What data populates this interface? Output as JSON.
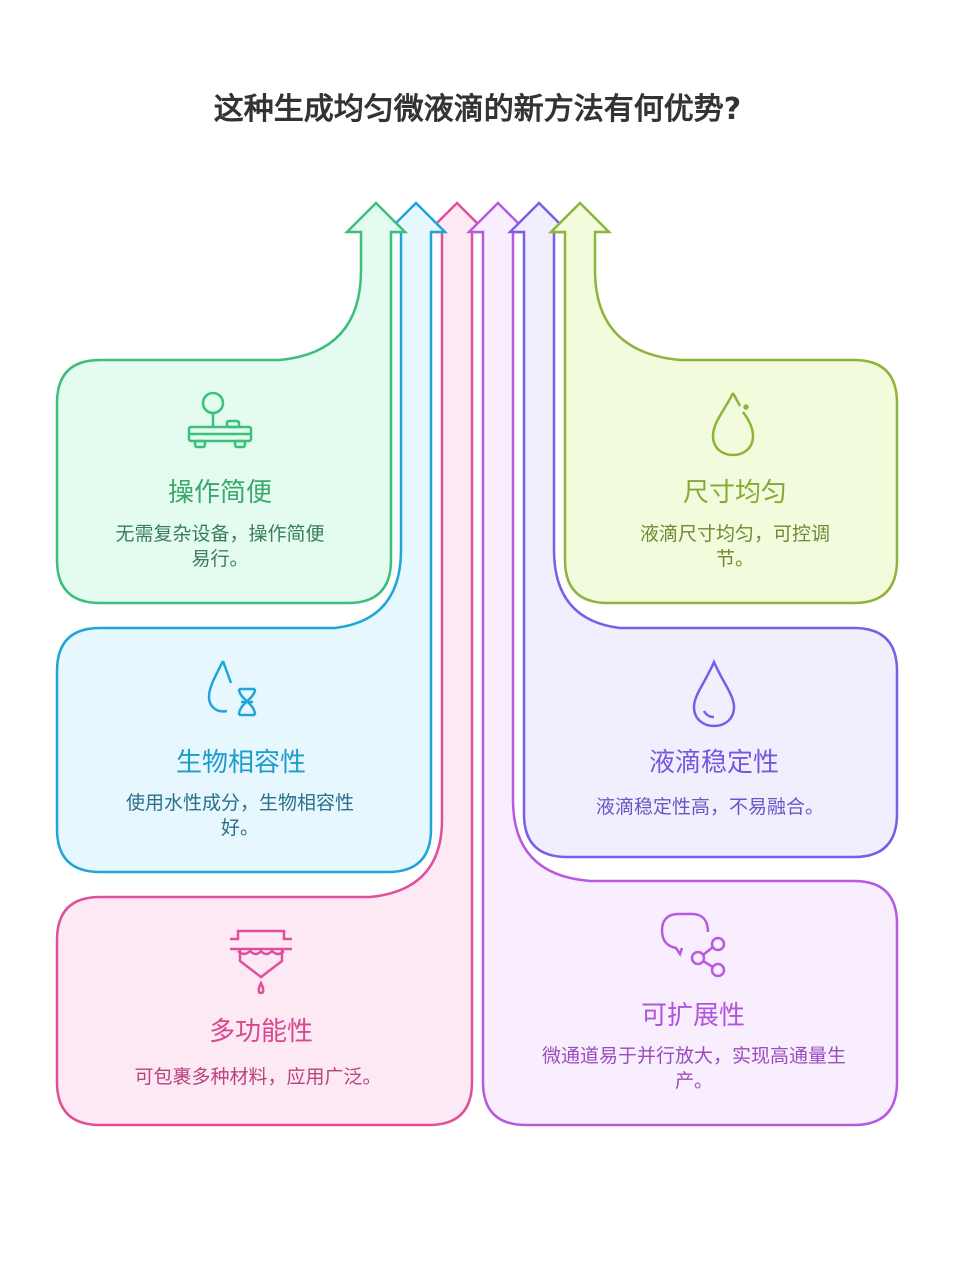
{
  "title": "这种生成均匀微液滴的新方法有何优势?",
  "cards": [
    {
      "id": "ease",
      "title": "操作简便",
      "desc": "无需复杂设备，操作简便易行。",
      "icon": "joystick-icon",
      "stroke": "#3bbf7b",
      "fill": "#e3fcef",
      "text": "#3aa86e",
      "desc_color": "#3b7d5a"
    },
    {
      "id": "biocompat",
      "title": "生物相容性",
      "desc": "使用水性成分，生物相容性好。",
      "icon": "droplet-dna-icon",
      "stroke": "#1ea6d8",
      "fill": "#e7f7fe",
      "text": "#1b9ccd",
      "desc_color": "#2a6f8c"
    },
    {
      "id": "versatile",
      "title": "多功能性",
      "desc": "可包裹多种材料，应用广泛。",
      "icon": "filter-drip-icon",
      "stroke": "#e0509a",
      "fill": "#fde9f4",
      "text": "#d9478f",
      "desc_color": "#b8437e"
    },
    {
      "id": "scalable",
      "title": "可扩展性",
      "desc": "微通道易于并行放大，实现高通量生产。",
      "icon": "chat-share-icon",
      "stroke": "#b65ae2",
      "fill": "#f9eefd",
      "text": "#b155dc",
      "desc_color": "#9a4cc0"
    },
    {
      "id": "stable",
      "title": "液滴稳定性",
      "desc": "液滴稳定性高，不易融合。",
      "icon": "droplet-icon",
      "stroke": "#7b5de6",
      "fill": "#f1effd",
      "text": "#7658e0",
      "desc_color": "#6a55c4"
    },
    {
      "id": "uniform",
      "title": "尺寸均匀",
      "desc": "液滴尺寸均匀，可控调节。",
      "icon": "droplet-small-icon",
      "stroke": "#8db53a",
      "fill": "#f2fcdc",
      "text": "#84a935",
      "desc_color": "#6d8a33"
    }
  ]
}
